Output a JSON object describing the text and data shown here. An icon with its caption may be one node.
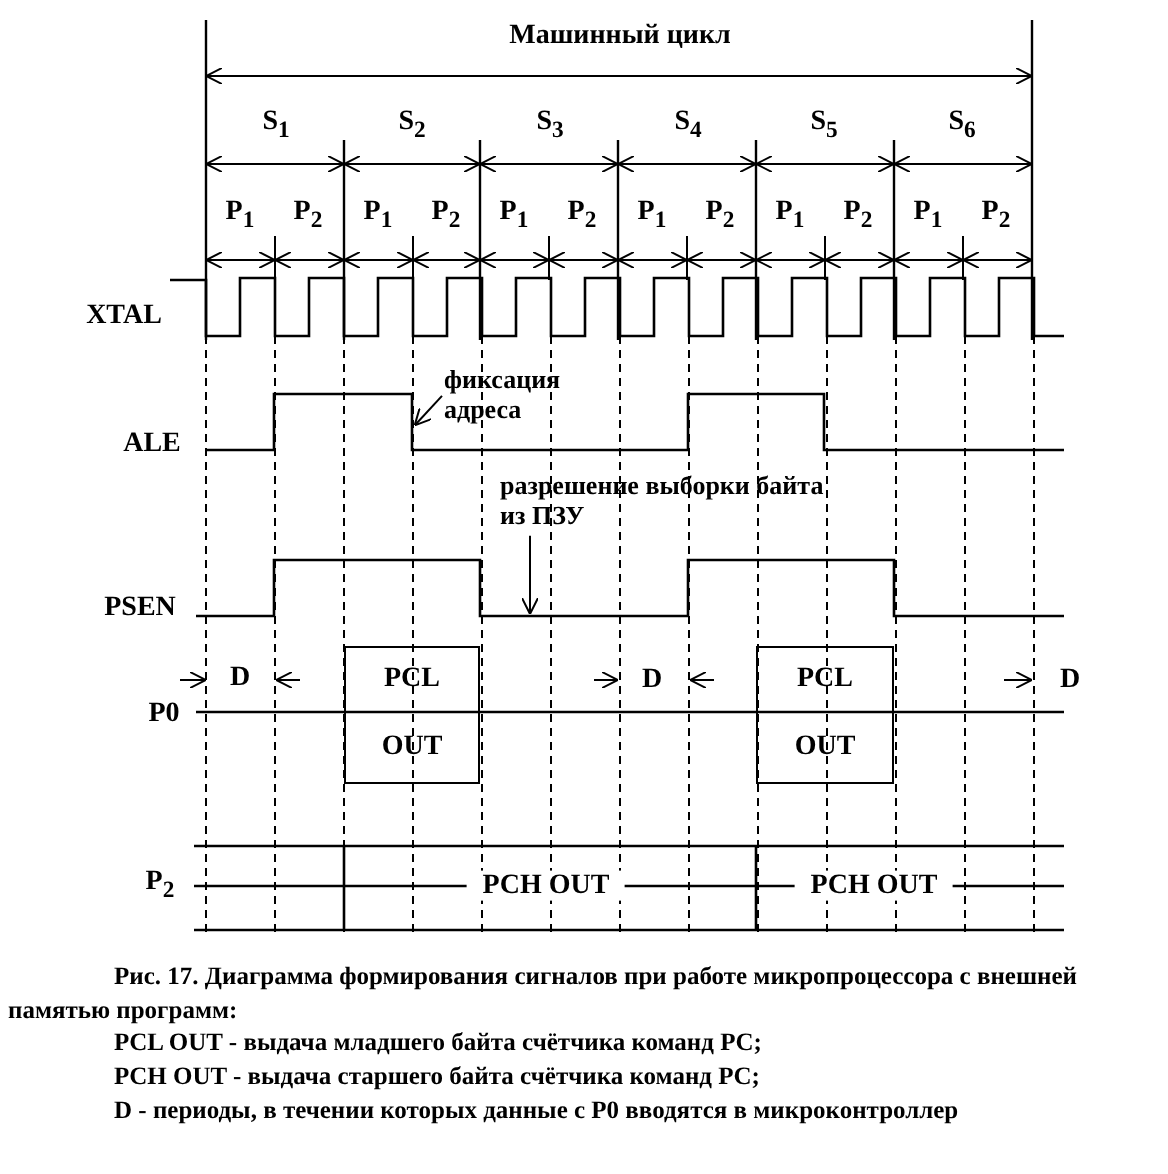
{
  "diagram": {
    "caption": "Рис. 17. Диаграмма формирования сигналов при работе микропроцессора с внешней памятью программ:",
    "nodes": [
      {
        "text": [
          "фиксация адреса"
        ]
      },
      {
        "text": [
          "разрешение выборки байта из ПЗУ"
        ]
      },
      {
        "text": [
          "PCL",
          "OUT"
        ]
      },
      {
        "text": [
          "PCL",
          "OUT"
        ]
      }
    ],
    "edges": [
      {
        "from": 0,
        "to": null,
        "arrow": "to"
      },
      {
        "from": 1,
        "to": null,
        "arrow": "to"
      }
    ],
    "labels": [
      "Машинный цикл",
      "S$_{1}$",
      "S$_{2}$",
      "S$_{3}$",
      "S$_{4}$",
      "S$_{5}$",
      "S$_{6}$",
      "P$_{1}$",
      "P$_{2}$",
      "P$_{1}$",
      "P$_{2}$",
      "P$_{1}$",
      "P$_{2}$",
      "P$_{1}$",
      "P$_{2}$",
      "P$_{1}$",
      "P$_{2}$",
      "P$_{1}$",
      "P$_{2}$",
      "XTAL",
      "ALE",
      "PSEN",
      "D",
      "P0",
      "D",
      "D",
      "P$_{2}$",
      "PCH OUT",
      "PCH OUT",
      "PCL OUT - выдача младшего байта счётчика команд PC;",
      "PCH OUT - выдача старшего байта счётчика команд PC;",
      "D - периоды, в течении которых данные с P0 вводятся в микроконтроллер"
    ]
  }
}
